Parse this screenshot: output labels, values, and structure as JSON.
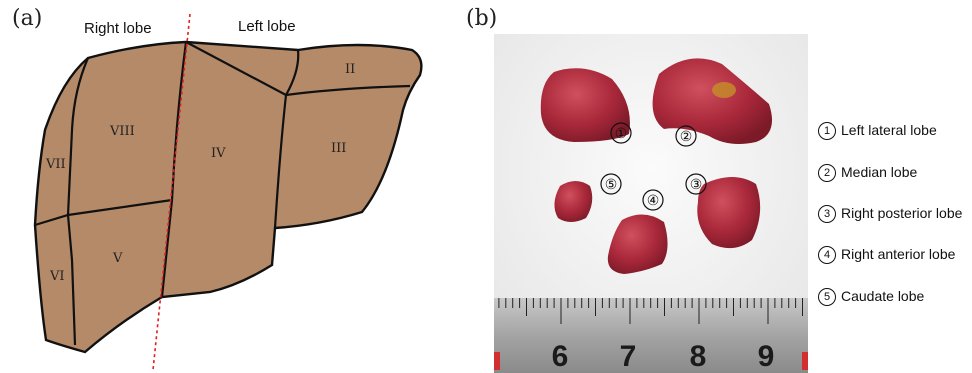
{
  "panel_a": {
    "label": "(a)",
    "right_lobe_title": "Right lobe",
    "left_lobe_title": "Left lobe",
    "segments": {
      "ii": "II",
      "iii": "III",
      "iv": "IV",
      "v": "V",
      "vi": "VI",
      "vii": "VII",
      "viii": "VIII"
    },
    "colors": {
      "liver_fill": "#b58a68",
      "outline": "#111111",
      "divider_line": "#e02020"
    }
  },
  "panel_b": {
    "label": "(b)",
    "photo_markers": [
      "①",
      "②",
      "③",
      "④",
      "⑤"
    ],
    "legend": [
      {
        "num": "1",
        "text": "Left lateral lobe"
      },
      {
        "num": "2",
        "text": "Median lobe"
      },
      {
        "num": "3",
        "text": "Right posterior lobe"
      },
      {
        "num": "4",
        "text": "Right anterior lobe"
      },
      {
        "num": "5",
        "text": "Caudate lobe"
      }
    ],
    "ruler_numbers": [
      "6",
      "7",
      "8",
      "9"
    ],
    "colors": {
      "lobe_tissue": "#b02c3c",
      "background": "#f2f2f2",
      "ruler": "#9a9a9a"
    }
  }
}
